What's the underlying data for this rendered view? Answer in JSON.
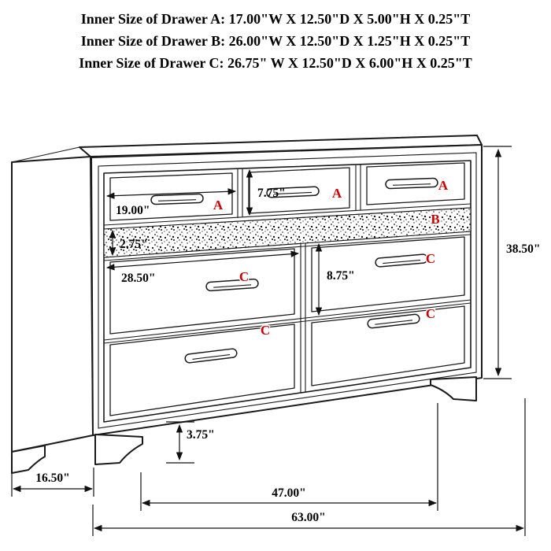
{
  "header": {
    "lines": [
      "Inner Size of Drawer A: 17.00\"W X 12.50\"D X 5.00\"H X 0.25\"T",
      "Inner Size of Drawer B: 26.00\"W X 12.50\"D X 1.25\"H X 0.25\"T",
      "Inner Size of Drawer C: 26.75\" W X 12.50\"D X 6.00\"H X 0.25\"T"
    ]
  },
  "drawer_letters": {
    "a": "A",
    "b": "B",
    "c": "C"
  },
  "dimensions": {
    "drawer_a_width": "19.00\"",
    "drawer_a_height": "7.75\"",
    "jewelry_drawer_height": "2.75\"",
    "drawer_c_width": "28.50\"",
    "drawer_c_height": "8.75\"",
    "overall_height": "38.50\"",
    "foot_height": "3.75\"",
    "side_depth": "16.50\"",
    "feet_span": "47.00\"",
    "overall_width": "63.00\""
  },
  "colors": {
    "letter_red": "#cc0000",
    "line": "#1a1a1a"
  }
}
